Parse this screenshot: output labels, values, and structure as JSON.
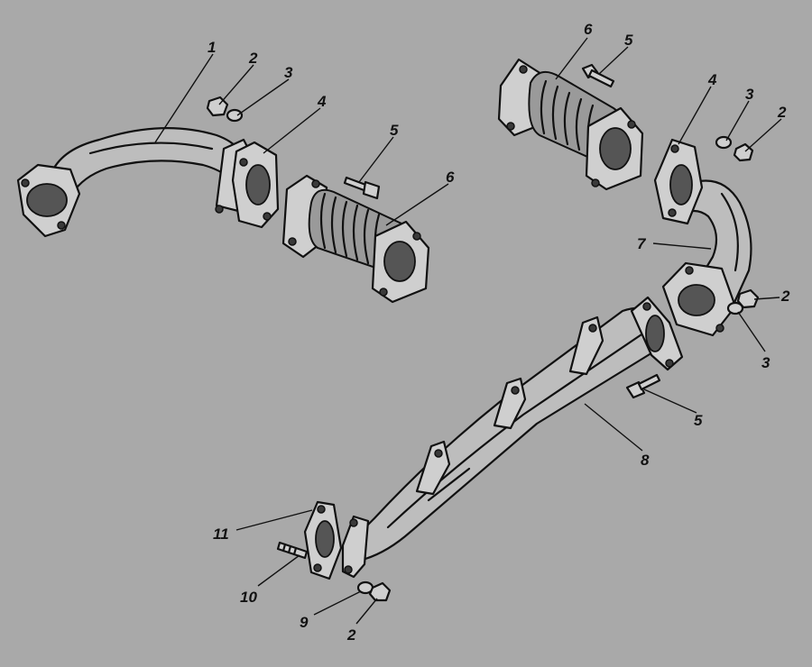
{
  "callouts": [
    {
      "id": "c-1-front-pipe",
      "text": "1"
    },
    {
      "id": "c-2-nut-top",
      "text": "2"
    },
    {
      "id": "c-3-washer-top",
      "text": "3"
    },
    {
      "id": "c-4-gasket-left",
      "text": "4"
    },
    {
      "id": "c-5-bolt-left",
      "text": "5"
    },
    {
      "id": "c-6-bellows-left",
      "text": "6"
    },
    {
      "id": "c-6-bellows-right",
      "text": "6"
    },
    {
      "id": "c-5-bolt-top-right",
      "text": "5"
    },
    {
      "id": "c-4-gasket-right",
      "text": "4"
    },
    {
      "id": "c-3-washer-right",
      "text": "3"
    },
    {
      "id": "c-2-nut-right",
      "text": "2"
    },
    {
      "id": "c-7-elbow",
      "text": "7"
    },
    {
      "id": "c-2-nut-mid",
      "text": "2"
    },
    {
      "id": "c-3-washer-mid",
      "text": "3"
    },
    {
      "id": "c-5-bolt-mid",
      "text": "5"
    },
    {
      "id": "c-8-manifold",
      "text": "8"
    },
    {
      "id": "c-11-gasket",
      "text": "11"
    },
    {
      "id": "c-10-stud",
      "text": "10"
    },
    {
      "id": "c-9-washer",
      "text": "9"
    },
    {
      "id": "c-2-nut-bottom",
      "text": "2"
    }
  ]
}
